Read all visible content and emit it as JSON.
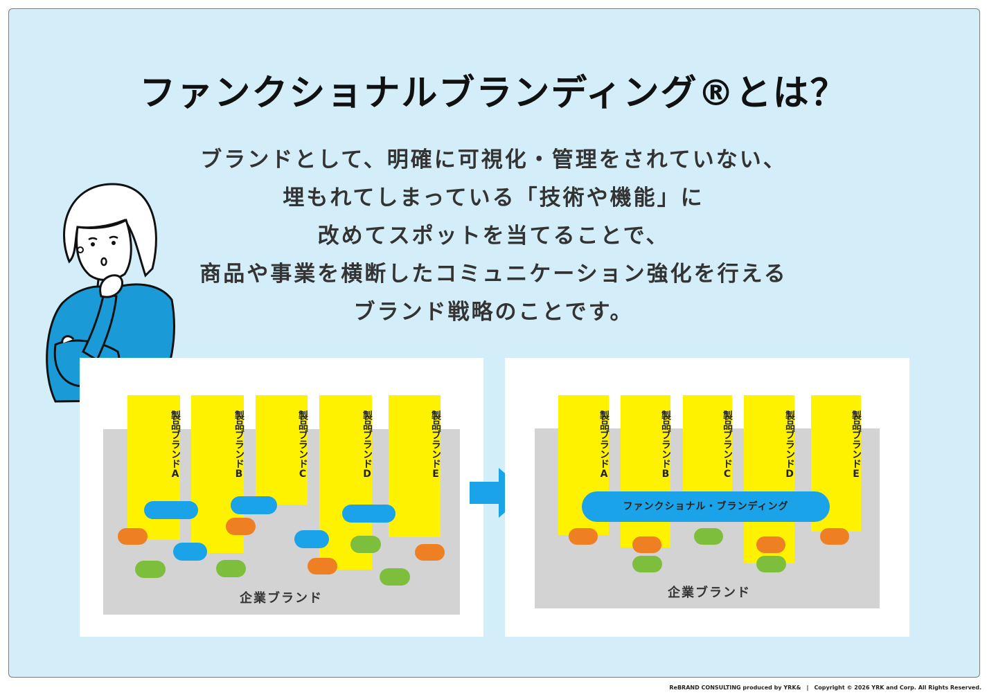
{
  "title": "ファンクショナルブランディング®とは？",
  "description": [
    "ブランドとして、明確に可視化・管理をされていない、",
    "埋もれてしまっている「技術や機能」に",
    "改めてスポットを当てることで、",
    "商品や事業を横断したコミュニケーション強化を行える",
    "ブランド戦略のことです。"
  ],
  "diagram": {
    "product_brands": [
      "製品ブランドA",
      "製品ブランドB",
      "製品ブランドC",
      "製品ブランドD",
      "製品ブランドE"
    ],
    "corporate_brand_label": "企業ブランド",
    "functional_branding_label": "ファンクショナル・ブランディング",
    "colors": {
      "product": "#fff200",
      "function_blue": "#1aa3e8",
      "function_orange": "#ef7f23",
      "function_green": "#7dbf3c",
      "corporate": "#d3d3d3",
      "background": "#d3eef9"
    }
  },
  "footer": "ReBRAND CONSULTING produced by YRK&　|　Copyright © 2026 YRK and Corp. All Rights Reserved."
}
